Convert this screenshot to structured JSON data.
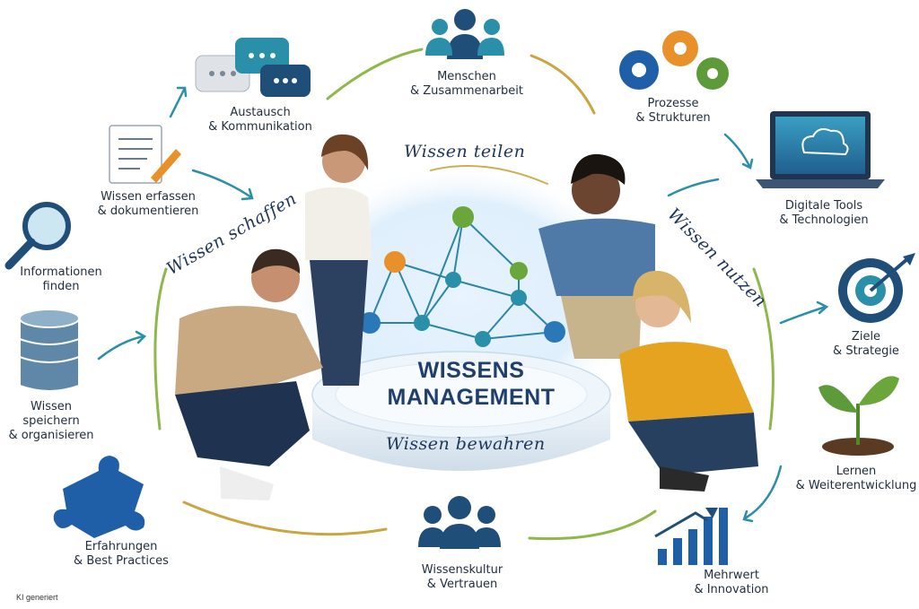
{
  "center": {
    "line1": "WISSENS",
    "line2": "MANAGEMENT"
  },
  "phases": {
    "teilen": "Wissen teilen",
    "schaffen": "Wissen schaffen",
    "nutzen": "Wissen nutzen",
    "bewahren": "Wissen bewahren"
  },
  "nodes": {
    "menschen": [
      "Menschen",
      "& Zusammenarbeit"
    ],
    "austausch": [
      "Austausch",
      "& Kommunikation"
    ],
    "prozesse": [
      "Prozesse",
      "& Strukturen"
    ],
    "erfassen": [
      "Wissen erfassen",
      "& dokumentieren"
    ],
    "tools": [
      "Digitale Tools",
      "& Technologien"
    ],
    "informationen": [
      "Informationen",
      "finden"
    ],
    "ziele": [
      "Ziele",
      "& Strategie"
    ],
    "speichern": [
      "Wissen",
      "speichern",
      "& organisieren"
    ],
    "lernen": [
      "Lernen",
      "& Weiterentwicklung"
    ],
    "erfahrungen": [
      "Erfahrungen",
      "& Best Practices"
    ],
    "kultur": [
      "Wissenskultur",
      "& Vertrauen"
    ],
    "mehrwert": [
      "Mehrwert",
      "& Innovation"
    ]
  },
  "footer": "KI generiert",
  "icons": {
    "menschen": "people-group-icon",
    "austausch": "chat-bubbles-icon",
    "prozesse": "gears-icon",
    "erfassen": "document-pencil-icon",
    "tools": "laptop-cloud-icon",
    "informationen": "magnifier-icon",
    "ziele": "target-arrow-icon",
    "speichern": "database-icon",
    "lernen": "plant-sprout-icon",
    "erfahrungen": "puzzle-piece-icon",
    "kultur": "people-group-icon",
    "mehrwert": "bar-chart-growth-icon"
  },
  "colors": {
    "primary": "#1f4e79",
    "teal": "#2a8fa8",
    "orange": "#e8902a",
    "green": "#5d9b3a",
    "gold": "#c9a640"
  }
}
